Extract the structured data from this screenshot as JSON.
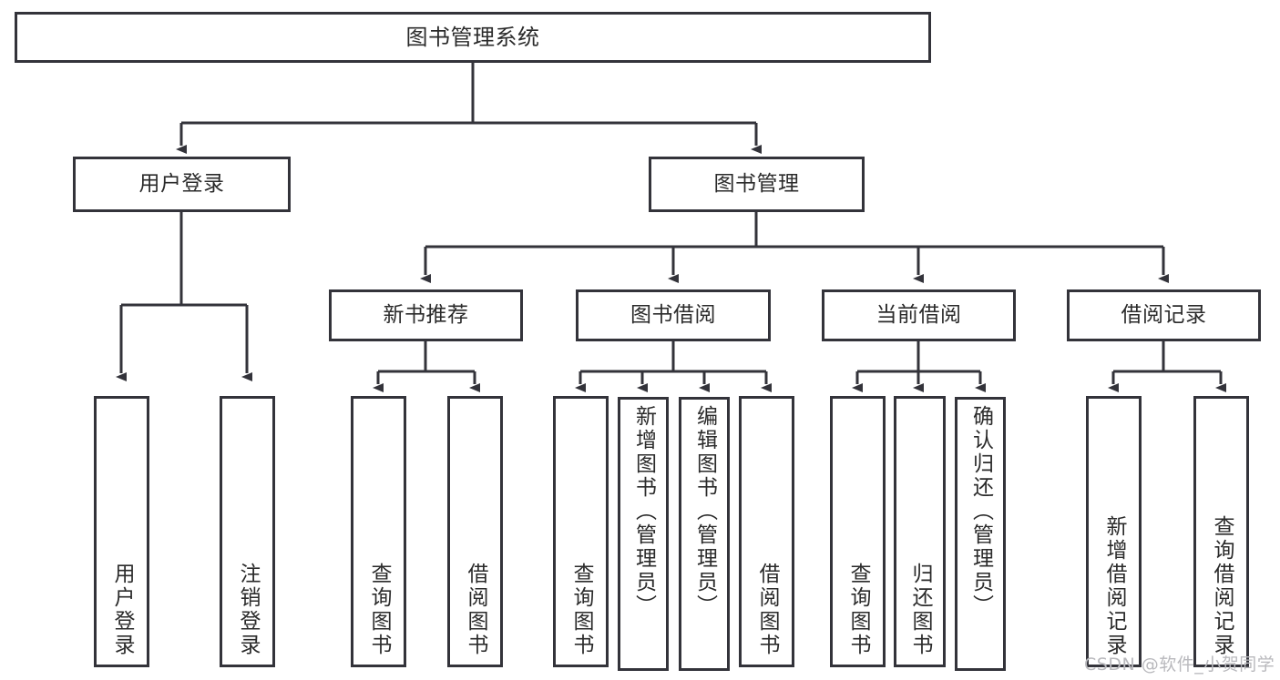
{
  "diagram": {
    "title": "图书管理系统",
    "type": "hierarchy-tree",
    "colors": {
      "border": "#33333a",
      "fill": "#ffffff",
      "text": "#2b2b2b",
      "connector": "#33333a",
      "watermark": "#b9b9bd"
    },
    "root": {
      "label": "图书管理系统"
    },
    "level1": [
      {
        "id": "user-login",
        "label": "用户登录"
      },
      {
        "id": "book-manage",
        "label": "图书管理"
      }
    ],
    "level2": [
      {
        "id": "new-book-rec",
        "label": "新书推荐",
        "parent": "book-manage"
      },
      {
        "id": "book-borrow",
        "label": "图书借阅",
        "parent": "book-manage"
      },
      {
        "id": "current-borrow",
        "label": "当前借阅",
        "parent": "book-manage"
      },
      {
        "id": "borrow-record",
        "label": "借阅记录",
        "parent": "book-manage"
      }
    ],
    "leaves": [
      {
        "id": "leaf-user-login",
        "label": "用户登录",
        "parent": "user-login"
      },
      {
        "id": "leaf-logout",
        "label": "注销登录",
        "parent": "user-login"
      },
      {
        "id": "leaf-query-book-1",
        "label": "查询图书",
        "parent": "new-book-rec"
      },
      {
        "id": "leaf-borrow-book-1",
        "label": "借阅图书",
        "parent": "new-book-rec"
      },
      {
        "id": "leaf-query-book-2",
        "label": "查询图书",
        "parent": "book-borrow"
      },
      {
        "id": "leaf-add-book",
        "label": "新增图书（管理员）",
        "parent": "book-borrow"
      },
      {
        "id": "leaf-edit-book",
        "label": "编辑图书（管理员）",
        "parent": "book-borrow"
      },
      {
        "id": "leaf-borrow-book-2",
        "label": "借阅图书",
        "parent": "book-borrow"
      },
      {
        "id": "leaf-query-book-3",
        "label": "查询图书",
        "parent": "current-borrow"
      },
      {
        "id": "leaf-return-book",
        "label": "归还图书",
        "parent": "current-borrow"
      },
      {
        "id": "leaf-confirm-return",
        "label": "确认归还（管理员）",
        "parent": "current-borrow"
      },
      {
        "id": "leaf-add-record",
        "label": "新增借阅记录",
        "parent": "borrow-record"
      },
      {
        "id": "leaf-query-record",
        "label": "查询借阅记录",
        "parent": "borrow-record"
      }
    ],
    "watermark": "CSDN @软件_小贺同学"
  }
}
